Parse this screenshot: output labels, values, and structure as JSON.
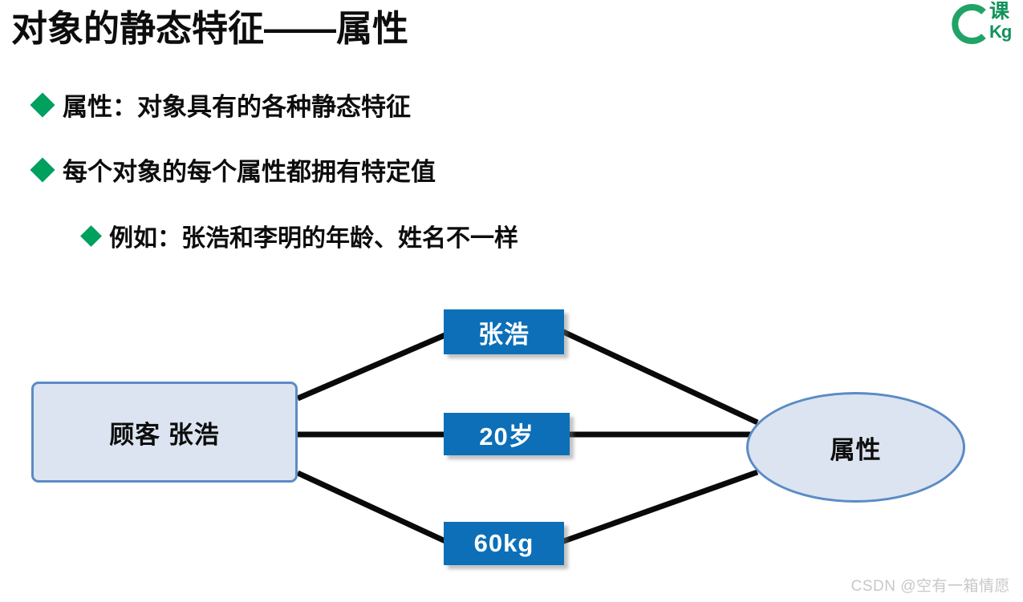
{
  "slide": {
    "title": "对象的静态特征——属性",
    "bullets": [
      {
        "text": "属性：对象具有的各种静态特征",
        "level": 1,
        "marker": "green-diamond"
      },
      {
        "text": "每个对象的每个属性都拥有特定值",
        "level": 1,
        "marker": "green-diamond"
      },
      {
        "text": "例如：张浩和李明的年龄、姓名不一样",
        "level": 2,
        "marker": "green-diamond"
      }
    ]
  },
  "diagram": {
    "object_node": {
      "label": "顾客  张浩",
      "shape": "rounded-rectangle",
      "fill": "#DCE4F1",
      "border": "#5B8BC4"
    },
    "attribute_node": {
      "label": "属性",
      "shape": "ellipse",
      "fill": "#DCE4F1",
      "border": "#5B8BC4"
    },
    "attribute_values": [
      {
        "label": "张浩",
        "fill": "#0C6FB8",
        "text_color": "#FFFFFF"
      },
      {
        "label": "20岁",
        "fill": "#0C6FB8",
        "text_color": "#FFFFFF"
      },
      {
        "label": "60kg",
        "fill": "#0C6FB8",
        "text_color": "#FFFFFF"
      }
    ],
    "connector_color": "#0A0A0A"
  },
  "logo": {
    "mark": "c-ring-logo",
    "cn": "课",
    "en": "Kg",
    "color": "#21A366"
  },
  "watermark": {
    "text": "CSDN @空有一箱情愿",
    "color": "#C8C8C8"
  }
}
